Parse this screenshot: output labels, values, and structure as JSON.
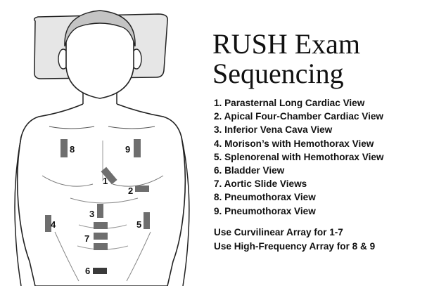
{
  "title": {
    "line1": "RUSH Exam",
    "line2": "Sequencing"
  },
  "views": [
    "1. Parasternal Long Cardiac View",
    "2. Apical Four-Chamber Cardiac View",
    "3. Inferior Vena Cava View",
    "4. Morison’s with Hemothorax View",
    "5. Splenorenal with Hemothorax View",
    "6. Bladder View",
    "7. Aortic Slide Views",
    "8. Pneumothorax View",
    "9. Pneumothorax View"
  ],
  "notes": [
    "Use Curvilinear Array for 1-7",
    "Use High-Frequency Array for 8 & 9"
  ],
  "probe_labels": {
    "p1": "1",
    "p2": "2",
    "p3": "3",
    "p4": "4",
    "p5": "5",
    "p6": "6",
    "p7": "7",
    "p8": "8",
    "p9": "9"
  },
  "colors": {
    "probe": "#6e6e6e",
    "outline": "#222222",
    "pillow": "#e6e6e6",
    "hair": "#c4c4c4"
  }
}
